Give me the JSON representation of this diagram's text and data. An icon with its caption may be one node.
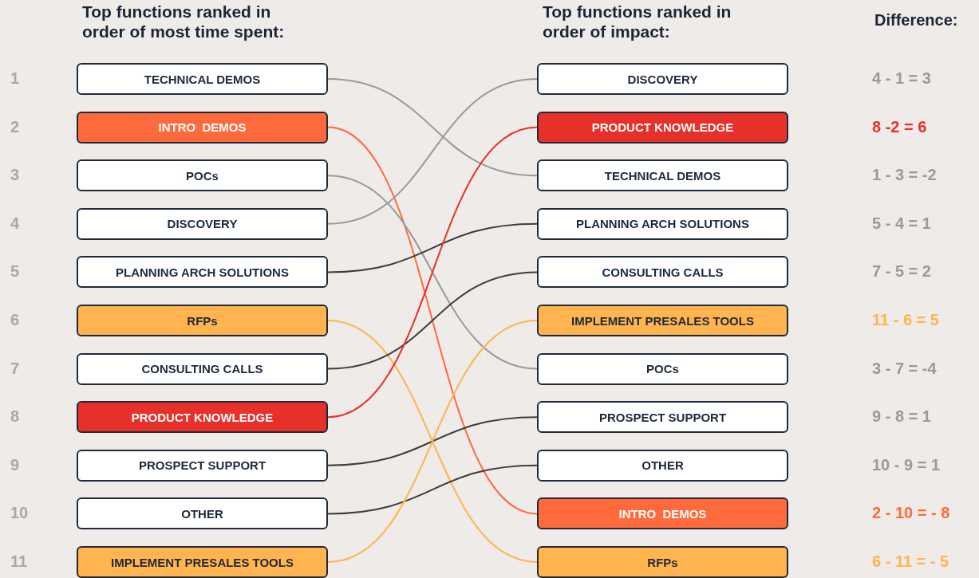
{
  "diagram": {
    "nodes": [
      {
        "text": [
          "TECHNICAL DEMOS"
        ]
      },
      {
        "text": [
          "INTRO  DEMOS"
        ]
      },
      {
        "text": [
          "POCs"
        ]
      },
      {
        "text": [
          "DISCOVERY"
        ]
      },
      {
        "text": [
          "PLANNING ARCH SOLUTIONS"
        ]
      },
      {
        "text": [
          "RFPs"
        ]
      },
      {
        "text": [
          "CONSULTING CALLS"
        ]
      },
      {
        "text": [
          "PRODUCT KNOWLEDGE"
        ]
      },
      {
        "text": [
          "PROSPECT SUPPORT"
        ]
      },
      {
        "text": [
          "OTHER"
        ]
      },
      {
        "text": [
          "IMPLEMENT PRESALES TOOLS"
        ]
      },
      {
        "text": [
          "DISCOVERY"
        ]
      },
      {
        "text": [
          "PRODUCT KNOWLEDGE"
        ]
      },
      {
        "text": [
          "TECHNICAL DEMOS"
        ]
      },
      {
        "text": [
          "PLANNING ARCH SOLUTIONS"
        ]
      },
      {
        "text": [
          "CONSULTING CALLS"
        ]
      },
      {
        "text": [
          "IMPLEMENT PRESALES TOOLS"
        ]
      },
      {
        "text": [
          "POCs"
        ]
      },
      {
        "text": [
          "PROSPECT SUPPORT"
        ]
      },
      {
        "text": [
          "OTHER"
        ]
      },
      {
        "text": [
          "INTRO  DEMOS"
        ]
      },
      {
        "text": [
          "RFPs"
        ]
      }
    ],
    "edges": [
      {
        "from": 0,
        "to": 13,
        "arrow": "none",
        "color": "#9a9a9a"
      },
      {
        "from": 1,
        "to": 20,
        "arrow": "none",
        "color": "#ff6a3d"
      },
      {
        "from": 2,
        "to": 17,
        "arrow": "none",
        "color": "#9a9a9a"
      },
      {
        "from": 3,
        "to": 11,
        "arrow": "none",
        "color": "#9a9a9a"
      },
      {
        "from": 4,
        "to": 14,
        "arrow": "none"
      },
      {
        "from": 5,
        "to": 21,
        "arrow": "none",
        "color": "#ffb44f"
      },
      {
        "from": 6,
        "to": 15,
        "arrow": "none"
      },
      {
        "from": 7,
        "to": 12,
        "arrow": "none",
        "color": "#e8302a"
      },
      {
        "from": 8,
        "to": 18,
        "arrow": "none"
      },
      {
        "from": 9,
        "to": 19,
        "arrow": "none"
      },
      {
        "from": 10,
        "to": 16,
        "arrow": "none",
        "color": "#ffb44f"
      }
    ],
    "labels": [
      "Top functions ranked in order of most time spent:",
      "Top functions ranked in order of impact:",
      "Difference:",
      "1",
      "4 - 1 = 3",
      "2",
      "8 -2 = 6",
      "3",
      "1 - 3 = -2",
      "4",
      "5 - 4 = 1",
      "5",
      "7 - 5 = 2",
      "6",
      "11 - 6 = 5",
      "7",
      "3 - 7 = -4",
      "8",
      "9 - 8 = 1",
      "9",
      "10 - 9 = 1",
      "10",
      "2 - 10 = - 8",
      "11",
      "6 - 11 = - 5"
    ]
  }
}
